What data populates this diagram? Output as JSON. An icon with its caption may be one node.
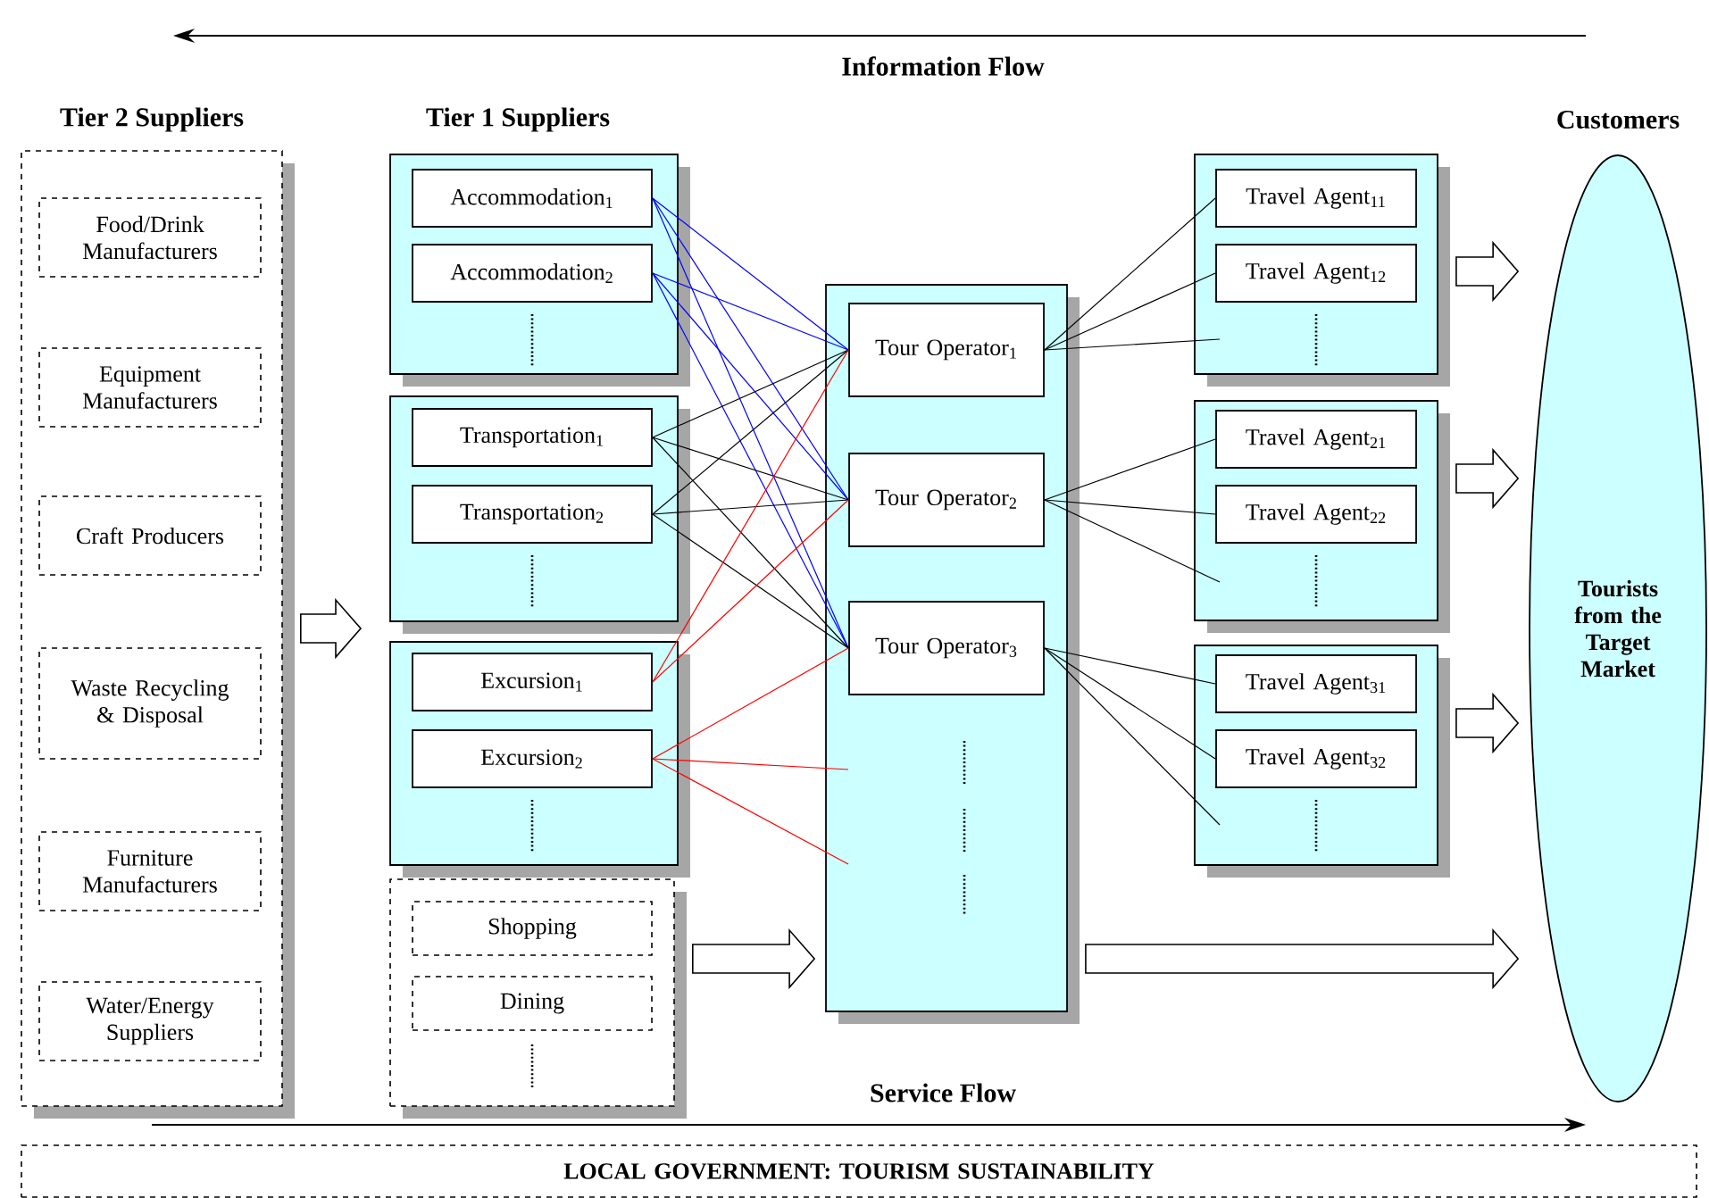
{
  "diagram": {
    "nodes": [
      {
        "text": [
          "Tier 2 Suppliers"
        ]
      },
      {
        "text": [
          "Food/Drink Manufacturers"
        ],
        "in": 0
      },
      {
        "text": [
          "Equipment Manufacturers"
        ],
        "in": 0
      },
      {
        "text": [
          "Craft Producers"
        ],
        "in": 0
      },
      {
        "text": [
          "Waste Recycling & Disposal"
        ],
        "in": 0
      },
      {
        "text": [
          "Furniture Manufacturers"
        ],
        "in": 0
      },
      {
        "text": [
          "Water/Energy Suppliers"
        ],
        "in": 0
      },
      {
        "text": [],
        "shape": "box"
      },
      {
        "text": [
          "Accommodation$_{1}$"
        ],
        "in": 7
      },
      {
        "text": [
          "Accommodation$_{2}$"
        ],
        "in": 7
      },
      {
        "text": [],
        "shape": "box"
      },
      {
        "text": [
          "Transportation$_{1}$"
        ],
        "in": 10
      },
      {
        "text": [
          "Transportation$_{2}$"
        ],
        "in": 10
      },
      {
        "text": [],
        "shape": "box"
      },
      {
        "text": [
          "Excursion$_{1}$"
        ],
        "in": 13
      },
      {
        "text": [
          "Excursion$_{2}$"
        ],
        "in": 13
      },
      {
        "text": [],
        "shape": "box"
      },
      {
        "text": [
          "Shopping"
        ],
        "in": 16
      },
      {
        "text": [
          "Dining"
        ],
        "in": 16
      },
      {
        "text": [],
        "shape": "box"
      },
      {
        "text": [
          "Tour Operator$_{1}$"
        ],
        "in": 19
      },
      {
        "text": [
          "Tour Operator$_{2}$"
        ],
        "in": 19
      },
      {
        "text": [
          "Tour Operator$_{3}$"
        ],
        "in": 19
      },
      {
        "text": [],
        "shape": "box"
      },
      {
        "text": [
          "Travel Agent$_{11}$"
        ],
        "in": 23
      },
      {
        "text": [
          "Travel Agent$_{12}$"
        ],
        "in": 23
      },
      {
        "text": [],
        "shape": "box"
      },
      {
        "text": [
          "Travel Agent$_{21}$"
        ],
        "in": 26
      },
      {
        "text": [
          "Travel Agent$_{22}$"
        ],
        "in": 26
      },
      {
        "text": [],
        "shape": "box"
      },
      {
        "text": [
          "Travel Agent$_{31}$"
        ],
        "in": 29
      },
      {
        "text": [
          "Travel Agent$_{32}$"
        ],
        "in": 29
      },
      {
        "text": [
          "Customers",
          "Tourists from the Target Market"
        ]
      },
      {
        "text": [
          "LOCAL GOVERNMENT: TOURISM SUSTAINABILITY"
        ]
      }
    ],
    "edges": [
      {
        "from": 8,
        "to": 20,
        "arrow": "none",
        "color": "#0000ff"
      },
      {
        "from": 8,
        "to": 21,
        "arrow": "none",
        "color": "#0000ff"
      },
      {
        "from": 8,
        "to": 22,
        "arrow": "none",
        "color": "#0000ff"
      },
      {
        "from": 9,
        "to": 20,
        "arrow": "none",
        "color": "#0000ff"
      },
      {
        "from": 9,
        "to": 21,
        "arrow": "none",
        "color": "#0000ff"
      },
      {
        "from": 9,
        "to": 22,
        "arrow": "none",
        "color": "#0000ff"
      },
      {
        "from": 11,
        "to": 20,
        "arrow": "none"
      },
      {
        "from": 11,
        "to": 21,
        "arrow": "none"
      },
      {
        "from": 11,
        "to": 22,
        "arrow": "none"
      },
      {
        "from": 12,
        "to": 20,
        "arrow": "none"
      },
      {
        "from": 12,
        "to": 21,
        "arrow": "none"
      },
      {
        "from": 12,
        "to": 22,
        "arrow": "none"
      },
      {
        "from": 14,
        "to": 20,
        "arrow": "none",
        "color": "#ff0000"
      },
      {
        "from": 14,
        "to": 21,
        "arrow": "none",
        "color": "#ff0000"
      },
      {
        "from": 15,
        "to": 22,
        "arrow": "none",
        "color": "#ff0000"
      },
      {
        "from": 15,
        "to": 19,
        "arrow": "none",
        "color": "#ff0000"
      },
      {
        "from": 15,
        "to": 19,
        "arrow": "none",
        "color": "#ff0000"
      },
      {
        "from": 20,
        "to": 24,
        "arrow": "none"
      },
      {
        "from": 20,
        "to": 25,
        "arrow": "none"
      },
      {
        "from": 20,
        "to": 23,
        "arrow": "none"
      },
      {
        "from": 21,
        "to": 27,
        "arrow": "none"
      },
      {
        "from": 21,
        "to": 28,
        "arrow": "none"
      },
      {
        "from": 21,
        "to": 26,
        "arrow": "none"
      },
      {
        "from": 22,
        "to": 30,
        "arrow": "none"
      },
      {
        "from": 22,
        "to": 31,
        "arrow": "none"
      },
      {
        "from": 22,
        "to": 29,
        "arrow": "none"
      },
      {
        "from": 0,
        "to": null,
        "arrow": "to",
        "style": "thick"
      },
      {
        "from": 16,
        "to": 19,
        "arrow": "to",
        "style": "thick"
      },
      {
        "from": 19,
        "to": 32,
        "arrow": "to",
        "style": "thick"
      },
      {
        "from": 23,
        "to": 32,
        "arrow": "to",
        "style": "thick"
      },
      {
        "from": 26,
        "to": 32,
        "arrow": "to",
        "style": "thick"
      },
      {
        "from": 29,
        "to": 32,
        "arrow": "to",
        "style": "thick"
      }
    ],
    "labels": [
      "Information Flow",
      "Tier 1 Suppliers",
      "Service Flow"
    ]
  }
}
